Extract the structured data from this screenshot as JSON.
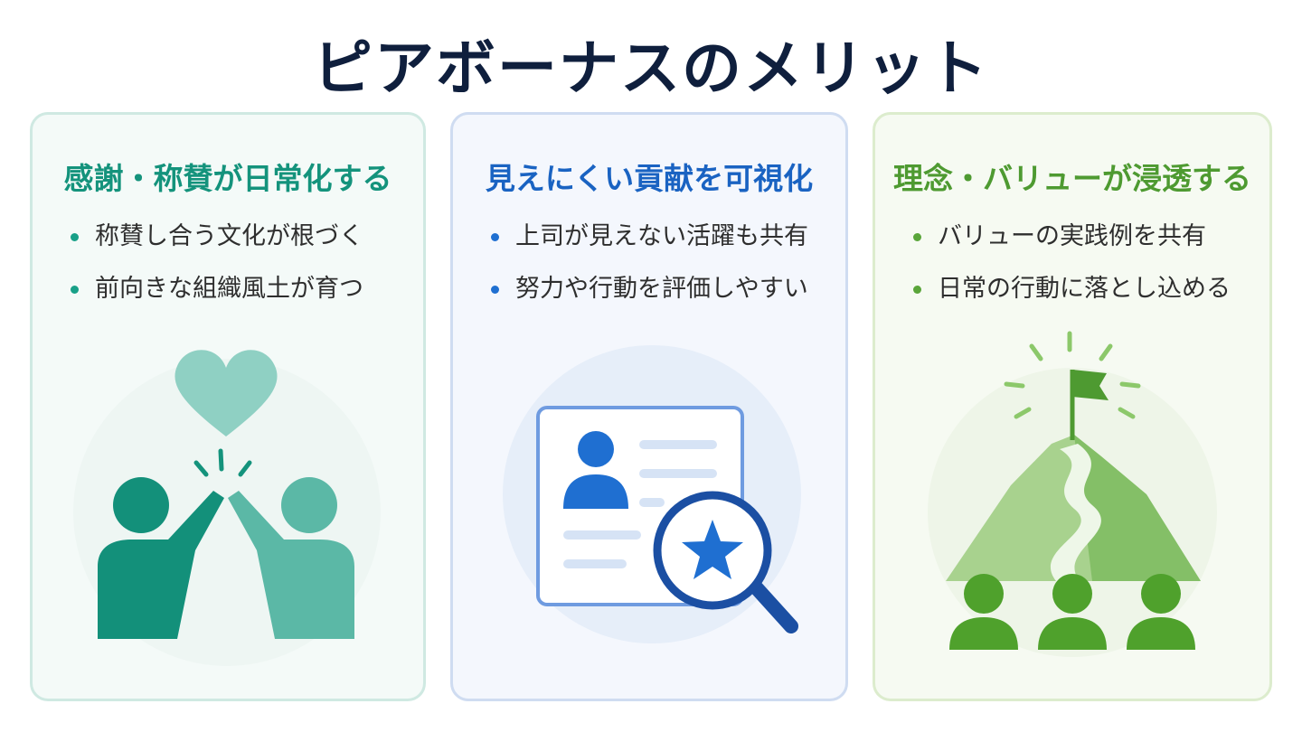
{
  "title": "ピアボーナスのメリット",
  "colors": {
    "title": "#0f1f3d",
    "teal": "#14937c",
    "blue": "#1a63c2",
    "green": "#4e9a31"
  },
  "cards": [
    {
      "heading": "感謝・称賛が日常化する",
      "bullets": [
        "称賛し合う文化が根づく",
        "前向きな組織風土が育つ"
      ],
      "icon": "high-five-heart-icon"
    },
    {
      "heading": "見えにくい貢献を可視化",
      "bullets": [
        "上司が見えない活躍も共有",
        "努力や行動を評価しやすい"
      ],
      "icon": "profile-magnifier-star-icon"
    },
    {
      "heading": "理念・バリューが浸透する",
      "bullets": [
        "バリューの実践例を共有",
        "日常の行動に落とし込める"
      ],
      "icon": "mountain-flag-team-icon"
    }
  ]
}
